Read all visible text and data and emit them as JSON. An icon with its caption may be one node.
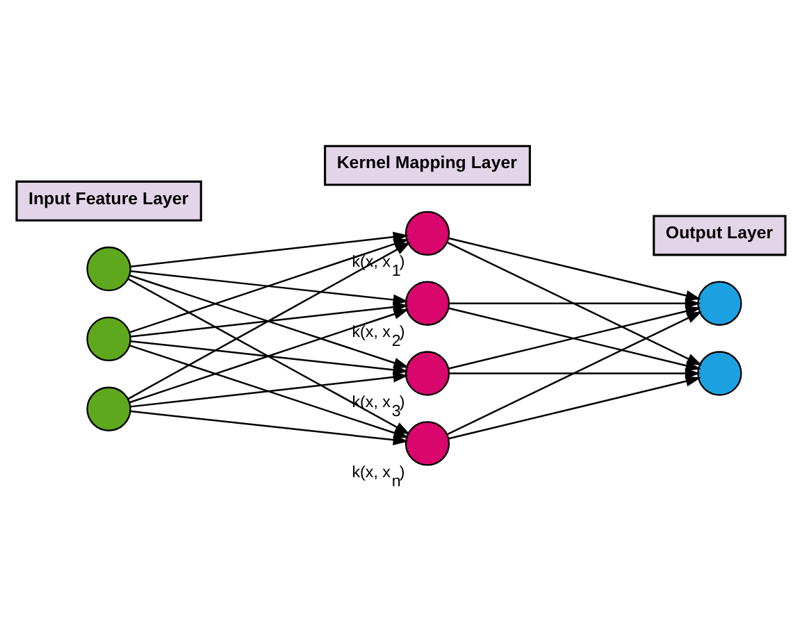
{
  "diagram": {
    "nodes": [
      {
        "text": [
          "Input Feature Layer"
        ]
      },
      {
        "text": [
          "Kernel Mapping Layer"
        ]
      },
      {
        "text": [
          "Output Layer"
        ]
      },
      {
        "text": [],
        "shape": "circle"
      },
      {
        "text": [],
        "shape": "circle"
      },
      {
        "text": [],
        "shape": "circle"
      },
      {
        "text": [],
        "shape": "circle",
        "beside": [
          "k(x, x$_{1}$)"
        ]
      },
      {
        "text": [],
        "shape": "circle",
        "beside": [
          "k(x, x$_{2}$)"
        ]
      },
      {
        "text": [],
        "shape": "circle",
        "beside": [
          "k(x, x$_{3}$)"
        ]
      },
      {
        "text": [],
        "shape": "circle",
        "beside": [
          "k(x, x$_{n}$)"
        ]
      },
      {
        "text": [],
        "shape": "circle"
      },
      {
        "text": [],
        "shape": "circle"
      }
    ],
    "edges": [
      {
        "from": 3,
        "to": 6,
        "arrow": "to"
      },
      {
        "from": 3,
        "to": 7,
        "arrow": "to"
      },
      {
        "from": 3,
        "to": 8,
        "arrow": "to"
      },
      {
        "from": 3,
        "to": 9,
        "arrow": "to"
      },
      {
        "from": 4,
        "to": 6,
        "arrow": "to"
      },
      {
        "from": 4,
        "to": 7,
        "arrow": "to"
      },
      {
        "from": 4,
        "to": 8,
        "arrow": "to"
      },
      {
        "from": 4,
        "to": 9,
        "arrow": "to"
      },
      {
        "from": 5,
        "to": 6,
        "arrow": "to"
      },
      {
        "from": 5,
        "to": 7,
        "arrow": "to"
      },
      {
        "from": 5,
        "to": 8,
        "arrow": "to"
      },
      {
        "from": 5,
        "to": 9,
        "arrow": "to"
      },
      {
        "from": 6,
        "to": 10,
        "arrow": "to"
      },
      {
        "from": 6,
        "to": 11,
        "arrow": "to"
      },
      {
        "from": 7,
        "to": 10,
        "arrow": "to"
      },
      {
        "from": 7,
        "to": 11,
        "arrow": "to"
      },
      {
        "from": 8,
        "to": 10,
        "arrow": "to"
      },
      {
        "from": 8,
        "to": 11,
        "arrow": "to"
      },
      {
        "from": 9,
        "to": 10,
        "arrow": "to"
      },
      {
        "from": 9,
        "to": 11,
        "arrow": "to"
      }
    ]
  }
}
